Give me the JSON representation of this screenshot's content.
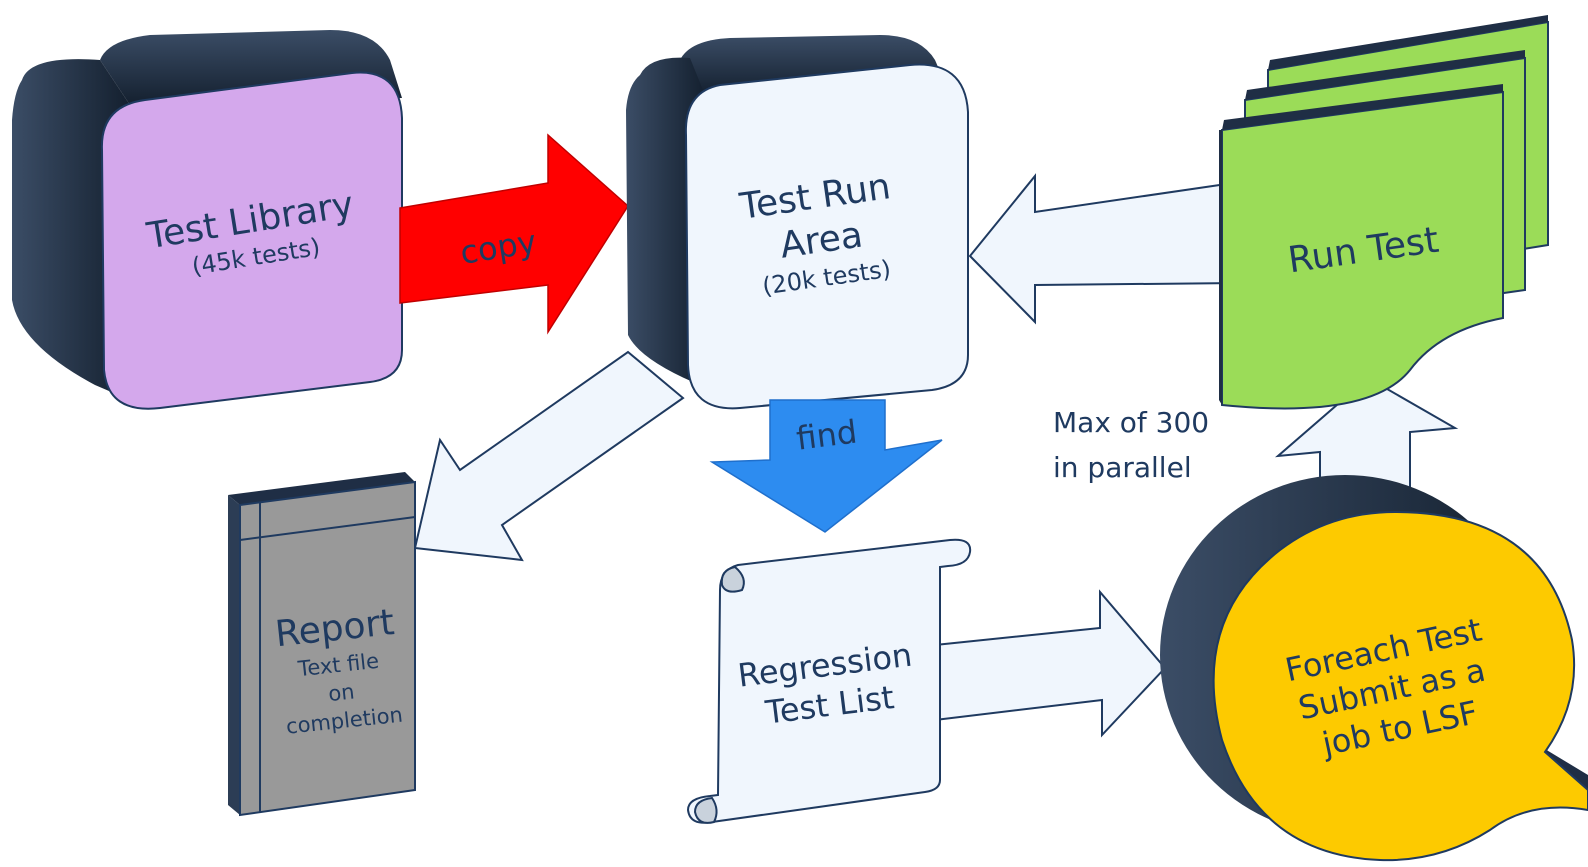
{
  "nodes": {
    "test_library": {
      "title": "Test Library",
      "subtitle": "(45k tests)",
      "color": "#d4a8ec"
    },
    "test_run_area": {
      "title_line1": "Test Run",
      "title_line2": "Area",
      "subtitle": "(20k tests)",
      "color": "#f0f6fd"
    },
    "run_test": {
      "title": "Run Test",
      "color": "#9bdc58"
    },
    "report": {
      "title": "Report",
      "line1": "Text file",
      "line2": "on",
      "line3": "completion",
      "color": "#999999"
    },
    "regression_list": {
      "line1": "Regression",
      "line2": "Test List",
      "color": "#f0f6fd"
    },
    "foreach": {
      "line1": "Foreach Test",
      "line2": "Submit as a",
      "line3": "job to LSF",
      "color": "#fdca00"
    }
  },
  "edges": {
    "copy": {
      "label": "copy",
      "color": "#ff0000"
    },
    "find": {
      "label": "find",
      "color": "#2d8cf0"
    }
  },
  "annotations": {
    "parallel_line1": "Max of 300",
    "parallel_line2": "in parallel"
  },
  "colors": {
    "extrusion": "#1f2e45",
    "outline": "#1f3a60",
    "light_arrow": "#f0f6fd"
  }
}
